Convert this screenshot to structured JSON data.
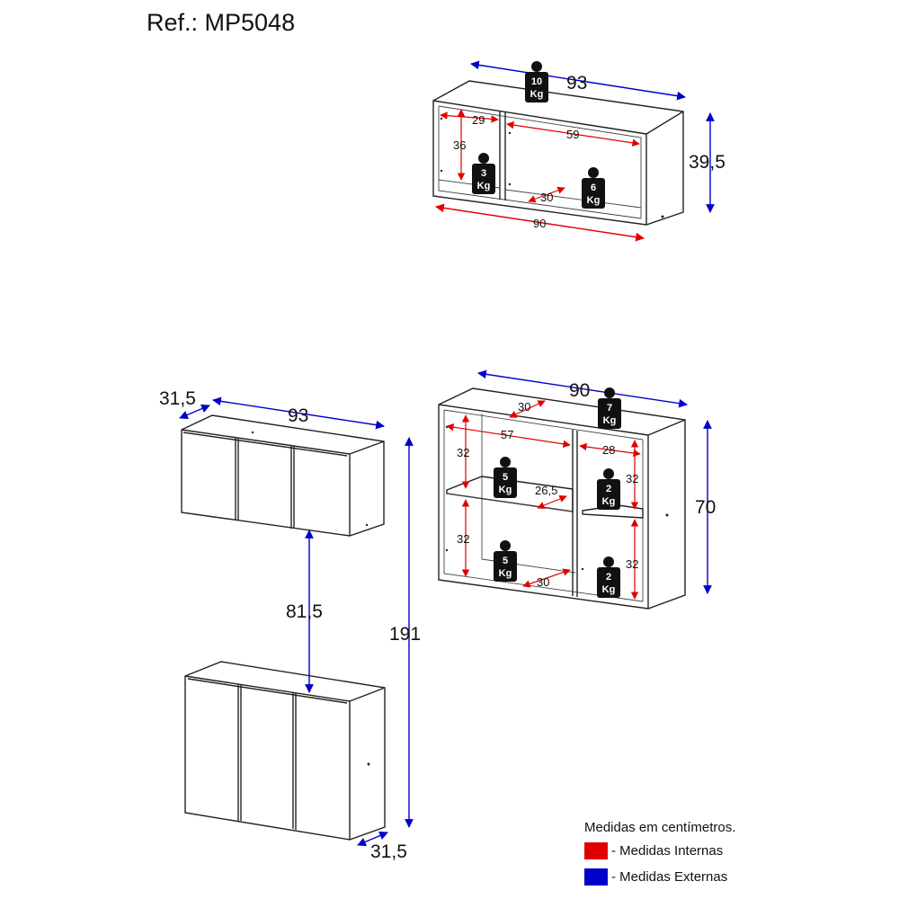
{
  "ref": "Ref.: MP5048",
  "colors": {
    "internal": "#e00000",
    "external": "#0000cc"
  },
  "top_unit": {
    "width_ext": "93",
    "height_ext": "39,5",
    "width_int": "90",
    "niche_left_width": "29",
    "niche_left_height": "36",
    "niche_right_width": "59",
    "depth_int": "30",
    "weights": {
      "top": [
        "10",
        "Kg"
      ],
      "left": [
        "3",
        "Kg"
      ],
      "right": [
        "6",
        "Kg"
      ]
    }
  },
  "wardrobe": {
    "depth_top": "31,5",
    "width_top": "93",
    "gap": "81,5",
    "total_height": "191",
    "depth_bottom": "31,5"
  },
  "shelf_unit": {
    "width_ext": "90",
    "height_ext": "70",
    "depth_top": "30",
    "left_width": "57",
    "right_width": "28",
    "left_upper_height": "32",
    "left_lower_height": "32",
    "right_upper_height": "32",
    "right_lower_height": "32",
    "shelf_depth": "26,5",
    "bottom_depth": "30",
    "weights": {
      "top": [
        "7",
        "Kg"
      ],
      "left_upper": [
        "5",
        "Kg"
      ],
      "left_lower": [
        "5",
        "Kg"
      ],
      "right_upper": [
        "2",
        "Kg"
      ],
      "right_lower": [
        "2",
        "Kg"
      ]
    }
  },
  "legend": {
    "title": "Medidas em centímetros.",
    "internal_label": "- Medidas Internas",
    "external_label": "- Medidas Externas"
  }
}
